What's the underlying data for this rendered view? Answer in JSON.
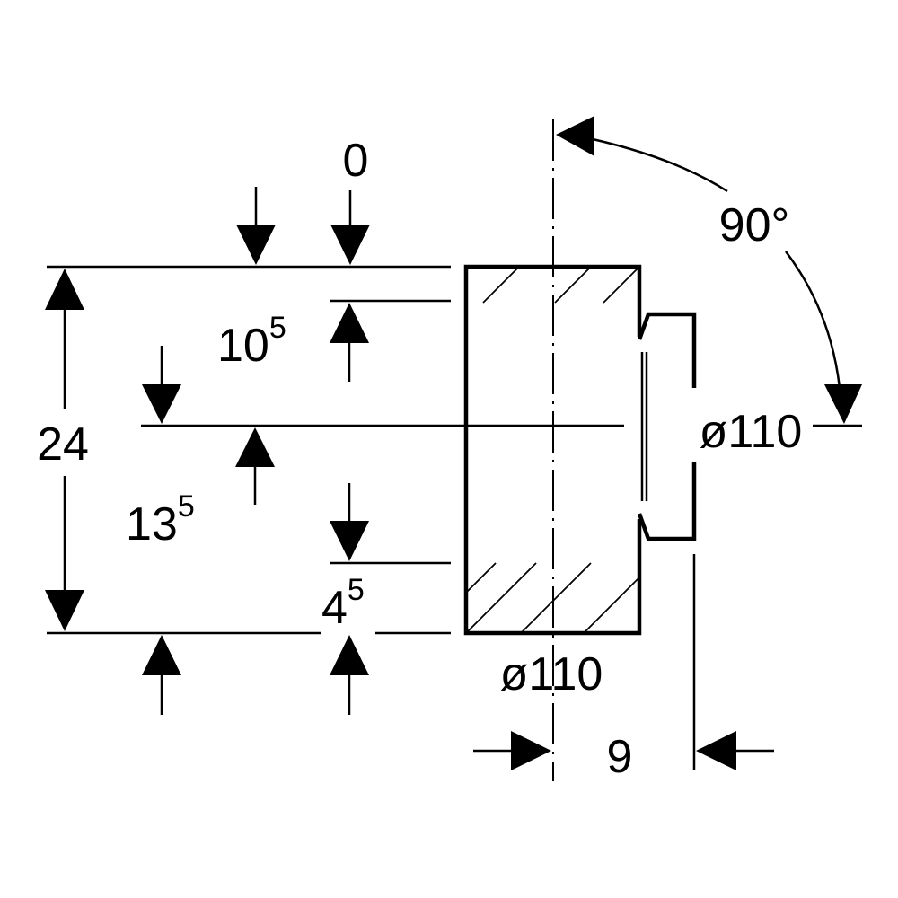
{
  "dimensions": {
    "top_offset": "0",
    "upper_offset_base": "10",
    "upper_offset_sup": "5",
    "total_height": "24",
    "middle_offset_base": "13",
    "middle_offset_sup": "5",
    "lower_offset_base": "4",
    "lower_offset_sup": "5",
    "outlet_diameter": "ø110",
    "body_diameter": "ø110",
    "depth": "9",
    "rotation": "90°"
  }
}
